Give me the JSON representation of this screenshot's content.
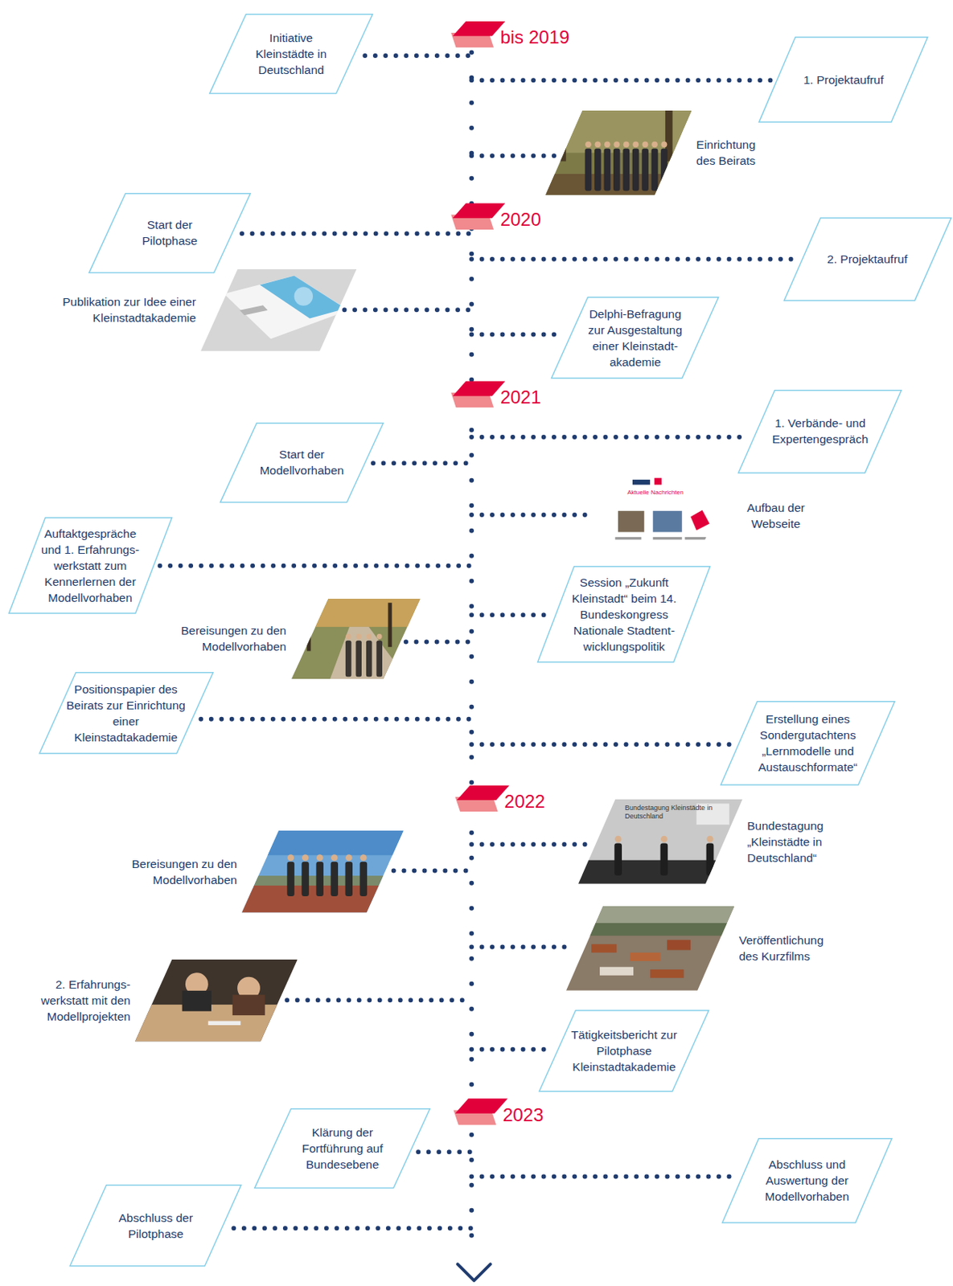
{
  "diagram": {
    "nodes": [
      {
        "text": [
          "Initiative Kleinstädte in Deutschland"
        ]
      },
      {
        "text": [
          "1. Projektaufruf"
        ]
      },
      {
        "text": [
          "Einrichtung des Beirats"
        ]
      },
      {
        "text": [
          "Start der Pilotphase"
        ]
      },
      {
        "text": [
          "2. Projektaufruf"
        ]
      },
      {
        "text": [
          "Publikation zur Idee einer Kleinstadtakademie"
        ]
      },
      {
        "text": [
          "Delphi-Befragung zur Ausgestaltung einer Kleinstadt- akademie"
        ]
      },
      {
        "text": [
          "1. Verbände- und Expertengespräch"
        ]
      },
      {
        "text": [
          "Start der Modellvorhaben"
        ]
      },
      {
        "text": [
          "Aufbau der Webseite"
        ]
      },
      {
        "text": [
          "Auftaktgespräche und 1. Erfahrungs- werkstatt zum Kennerlernen der Modellvorhaben"
        ]
      },
      {
        "text": [
          "Session „Zukunft Kleinstadt“ beim 14. Bundeskongress Nationale Stadtent- wicklungspolitik"
        ]
      },
      {
        "text": [
          "Bereisungen zu den Modellvorhaben"
        ]
      },
      {
        "text": [
          "Positionspapier des Beirats zur Einrichtung einer Kleinstadtakademie"
        ]
      },
      {
        "text": [
          "Erstellung eines Sondergutachtens „Lernmodelle und Austauschformate“"
        ]
      },
      {
        "text": [
          "Bundestagung „Kleinstädte in Deutschland“"
        ]
      },
      {
        "text": [
          "Bereisungen zu den Modellvorhaben"
        ]
      },
      {
        "text": [
          "Veröffentlichung des Kurzfilms"
        ]
      },
      {
        "text": [
          "2. Erfahrungs- werkstatt mit den Modellprojekten"
        ]
      },
      {
        "text": [
          "Tätigkeitsbericht zur Pilotphase Kleinstadtakademie"
        ]
      },
      {
        "text": [
          "Klärung der Fortführung auf Bundesebene"
        ]
      },
      {
        "text": [
          "Abschluss und Auswertung der Modellvorhaben"
        ]
      },
      {
        "text": [
          "Abschluss der Pilotphase"
        ]
      }
    ],
    "labels": [
      "bis 2019",
      "2020",
      "2021",
      "Aktuelle Nachrichten",
      "2022",
      "Bundestagung Kleinstädte in Deutschland",
      "2023"
    ]
  }
}
